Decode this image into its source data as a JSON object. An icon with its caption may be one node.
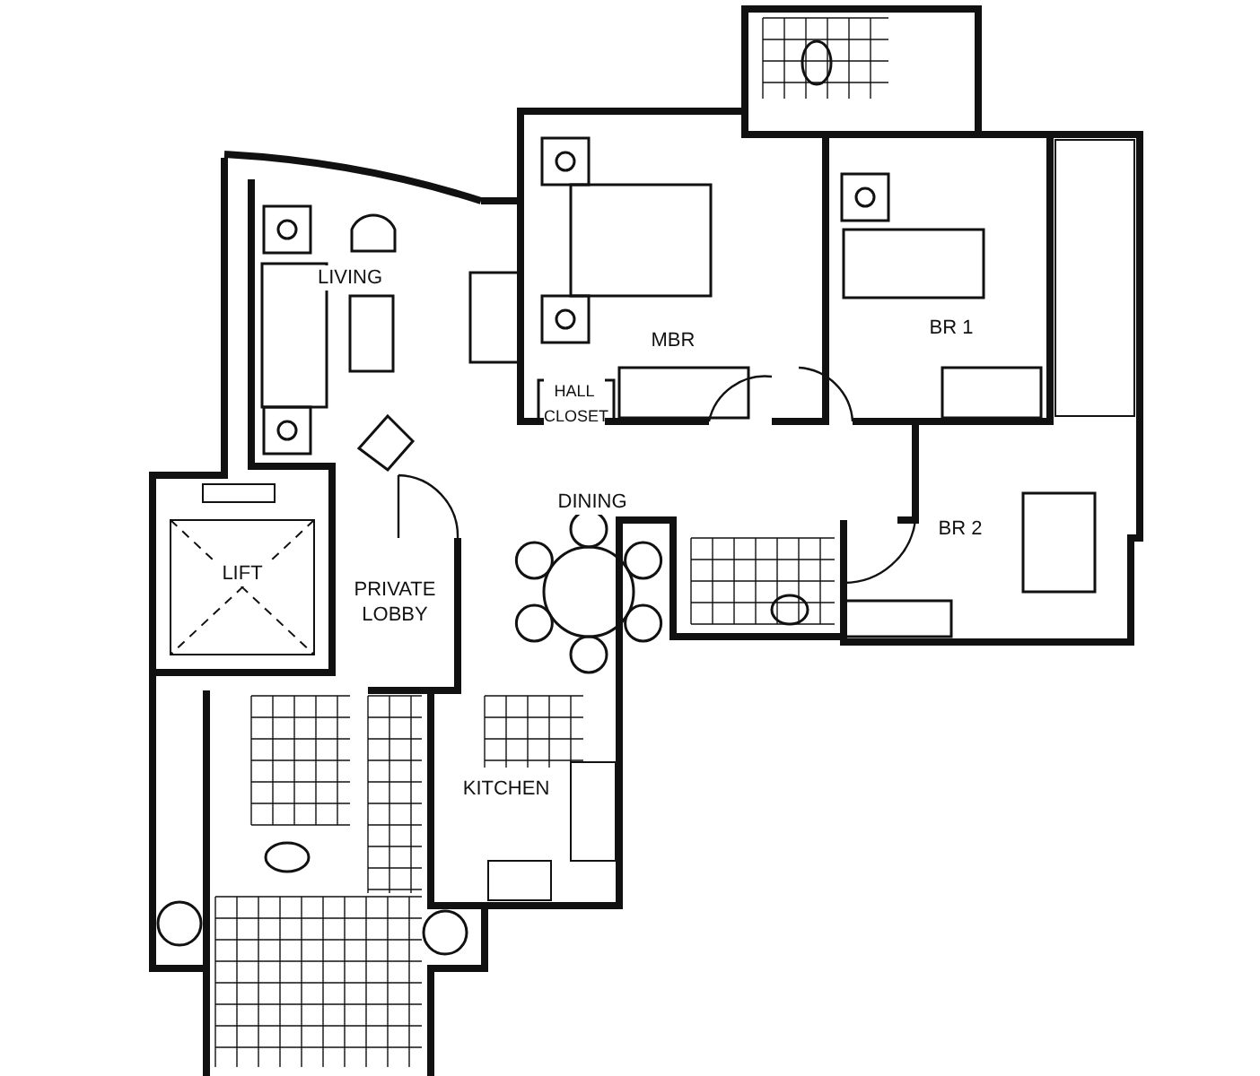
{
  "diagram": {
    "labels": [
      "LIVING",
      "MBR",
      "HALL CLOSET",
      "BR 1",
      "BR 2",
      "DINING",
      "LIFT",
      "PRIVATE LOBBY",
      "KITCHEN"
    ]
  }
}
